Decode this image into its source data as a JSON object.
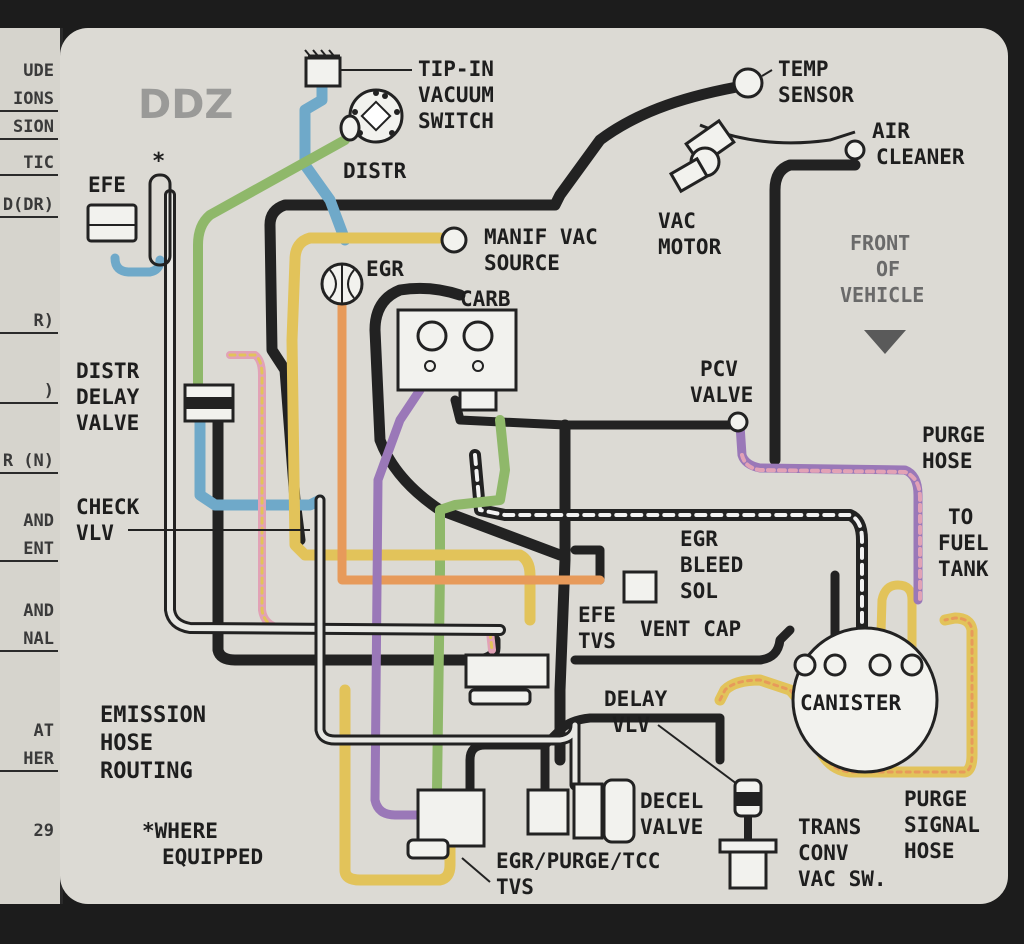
{
  "plate_code": "DDZ",
  "side_strip": [
    "UDE",
    "IONS",
    "SION",
    "TIC",
    "D(DR)",
    "R)",
    ")",
    "R (N)",
    "AND",
    "ENT",
    "AND",
    "NAL",
    "AT",
    "HER",
    "29"
  ],
  "labels": {
    "tip_in_1": "TIP-IN",
    "tip_in_2": "VACUUM",
    "tip_in_3": "SWITCH",
    "distr": "DISTR",
    "efe": "EFE",
    "asterisk": "*",
    "temp_1": "TEMP",
    "temp_2": "SENSOR",
    "air_1": "AIR",
    "air_2": "CLEANER",
    "vac_1": "VAC",
    "vac_2": "MOTOR",
    "manif_1": "MANIF VAC",
    "manif_2": "SOURCE",
    "egr": "EGR",
    "carb": "CARB",
    "front_1": "FRONT",
    "front_2": "OF",
    "front_3": "VEHICLE",
    "distr_delay_1": "DISTR",
    "distr_delay_2": "DELAY",
    "distr_delay_3": "VALVE",
    "pcv_1": "PCV",
    "pcv_2": "VALVE",
    "purge_1": "PURGE",
    "purge_2": "HOSE",
    "check_1": "CHECK",
    "check_2": "VLV",
    "egr_bleed_1": "EGR",
    "egr_bleed_2": "BLEED",
    "egr_bleed_3": "SOL",
    "to_fuel_1": "TO",
    "to_fuel_2": "FUEL",
    "to_fuel_3": "TANK",
    "efe_tvs_1": "EFE",
    "efe_tvs_2": "TVS",
    "vent_cap": "VENT CAP",
    "delay_vlv_1": "DELAY",
    "delay_vlv_2": "VLV",
    "canister": "CANISTER",
    "emission_1": "EMISSION",
    "emission_2": "HOSE",
    "emission_3": "ROUTING",
    "where_1": "*WHERE",
    "where_2": "EQUIPPED",
    "decel_1": "DECEL",
    "decel_2": "VALVE",
    "trans_1": "TRANS",
    "trans_2": "CONV",
    "trans_3": "VAC SW.",
    "purge_signal_1": "PURGE",
    "purge_signal_2": "SIGNAL",
    "purge_signal_3": "HOSE",
    "egr_purge_tcc_1": "EGR/PURGE/TCC",
    "egr_purge_tcc_2": "TVS"
  },
  "colors": {
    "plate": "#dcdad4",
    "frame": "#1c1c1c",
    "hose_black": "#222222",
    "hose_blue": "#6fa9c9",
    "hose_yellow": "#e2c35a",
    "hose_green": "#8fb86a",
    "hose_orange": "#e79a5a",
    "hose_purple": "#9a78b8",
    "hose_pink": "#e2a2b6",
    "ink": "#1e1e1e",
    "faded": "#9a9a98"
  }
}
